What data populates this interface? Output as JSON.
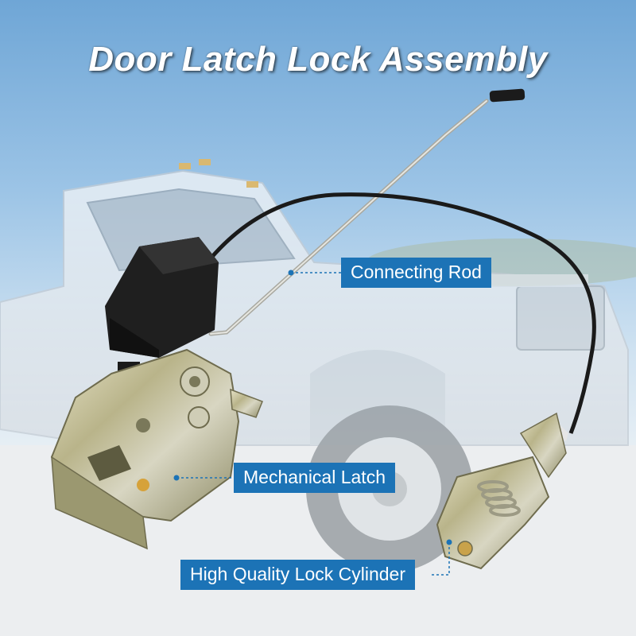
{
  "title": "Door Latch Lock Assembly",
  "callouts": {
    "connecting_rod": "Connecting Rod",
    "mechanical_latch": "Mechanical Latch",
    "lock_cylinder": "High Quality Lock Cylinder"
  },
  "colors": {
    "callout_bg": "#1c73b6",
    "title_text": "#ffffff",
    "leader_line": "#1c73b6"
  }
}
